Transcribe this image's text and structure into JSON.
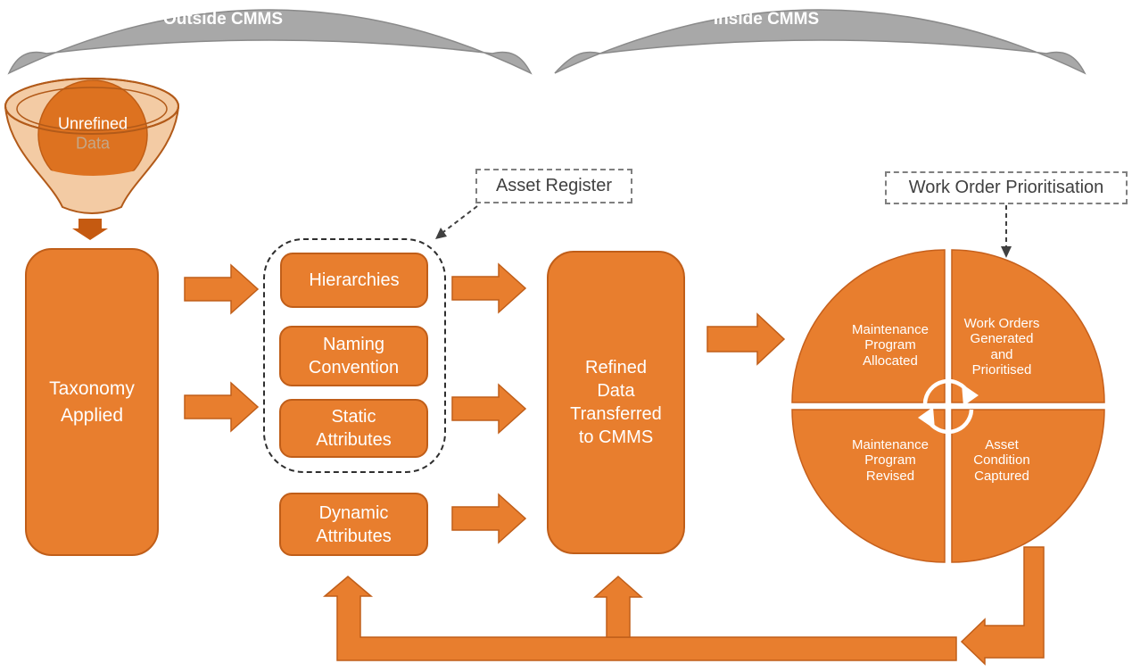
{
  "diagram": {
    "banners": {
      "outside": "Outside CMMS",
      "inside": "Inside CMMS"
    },
    "funnel": {
      "line1": "Unrefined",
      "line2": "Data"
    },
    "boxes": {
      "taxonomy": "Taxonomy\nApplied",
      "hierarchies": "Hierarchies",
      "naming_convention": "Naming\nConvention",
      "static_attributes": "Static\nAttributes",
      "dynamic_attributes": "Dynamic\nAttributes",
      "refined_data": "Refined\nData\nTransferred\nto CMMS"
    },
    "callouts": {
      "asset_register": "Asset Register",
      "work_order_prioritisation": "Work Order Prioritisation"
    },
    "cycle_quadrants": {
      "top_left": "Maintenance\nProgram\nAllocated",
      "top_right": "Work Orders\nGenerated\nand\nPrioritised",
      "bottom_left": "Maintenance\nProgram\nRevised",
      "bottom_right": "Asset\nCondition\nCaptured"
    },
    "colors": {
      "orange": "#E87E2E",
      "orange_border": "#C05E19",
      "dark_orange_arrow": "#C55A11",
      "funnel_light": "#F3CBA4",
      "funnel_ball": "#DD7220",
      "banner_gray": "#A8A8A8",
      "callout_text": "#404040",
      "white_text": "#FFFFFF"
    }
  }
}
